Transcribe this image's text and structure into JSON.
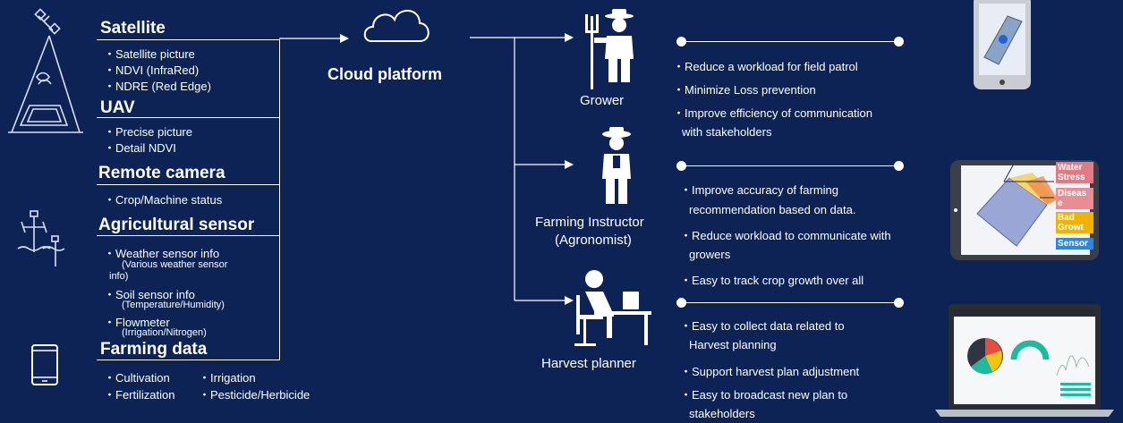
{
  "sources": {
    "satellite": {
      "title": "Satellite",
      "items": [
        "・Satellite picture",
        "・NDVI (InfraRed)",
        "・NDRE (Red Edge)"
      ]
    },
    "uav": {
      "title": "UAV",
      "items": [
        "・Precise picture",
        "・Detail NDVI"
      ]
    },
    "remote_camera": {
      "title": "Remote camera",
      "items": [
        "・Crop/Machine status"
      ]
    },
    "agri_sensor": {
      "title": "Agricultural sensor",
      "item1": "・Weather sensor info",
      "item1_sub": "(Various weather sensor",
      "item1_sub2": "info)",
      "item2": "・Soil sensor info",
      "item2_sub": "(Temperature/Humidity)",
      "item3": "・Flowmeter",
      "item3_sub": "(Irrigation/Nitrogen)"
    },
    "farming_data": {
      "title": "Farming data",
      "items": [
        "・Cultivation",
        "・Irrigation",
        "・Fertilization",
        "・Pesticide/Herbicide"
      ]
    }
  },
  "cloud": {
    "label": "Cloud platform"
  },
  "roles": {
    "grower": {
      "label": "Grower",
      "bullets": [
        "・Reduce a workload for field patrol",
        "・Minimize Loss prevention",
        "・Improve efficiency of communication",
        "with stakeholders"
      ]
    },
    "instructor": {
      "label1": "Farming Instructor",
      "label2": "(Agronomist)",
      "bullets": [
        "・Improve accuracy of farming",
        "recommendation  based on data.",
        "・Reduce workload to communicate with",
        "growers",
        "・Easy to track crop growth over all"
      ]
    },
    "planner": {
      "label": "Harvest planner",
      "bullets": [
        "・Easy to collect data related to",
        "Harvest planning",
        "・Support harvest plan adjustment",
        "・Easy to broadcast new plan to",
        "stakeholders"
      ]
    }
  },
  "tablet_badges": {
    "water": "Water Stress",
    "disease": "Diseas e",
    "bad_growth": "Bad Growt",
    "sensor": "Sensor"
  },
  "colors": {
    "background": "#0d2356",
    "water": "#e07b86",
    "disease": "#e98c93",
    "growth": "#f2b300",
    "sensor": "#2e86de"
  }
}
